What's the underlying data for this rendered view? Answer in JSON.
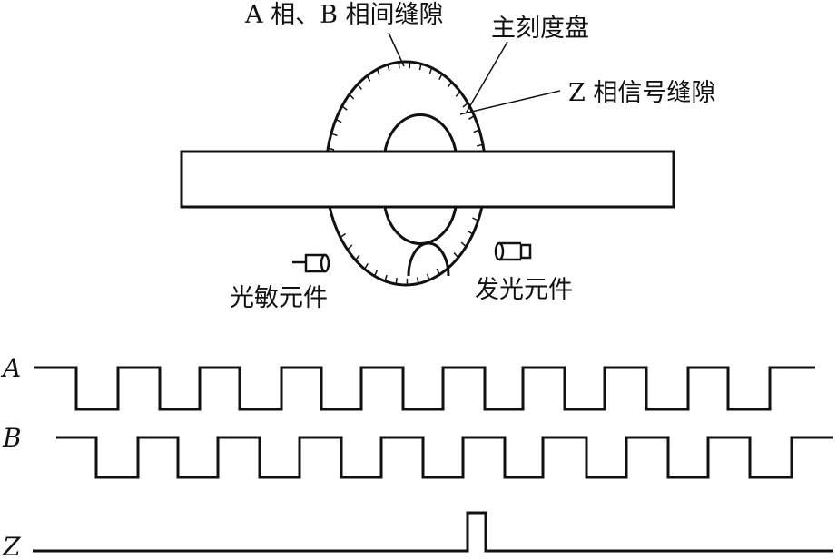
{
  "labels": {
    "ab_gap": "A 相、B 相间缝隙",
    "main_disc": "主刻度盘",
    "z_gap": "Z 相信号缝隙",
    "photo_element": "光敏元件",
    "light_element": "发光元件"
  },
  "channels": [
    {
      "name": "A"
    },
    {
      "name": "B"
    },
    {
      "name": "Z"
    }
  ]
}
